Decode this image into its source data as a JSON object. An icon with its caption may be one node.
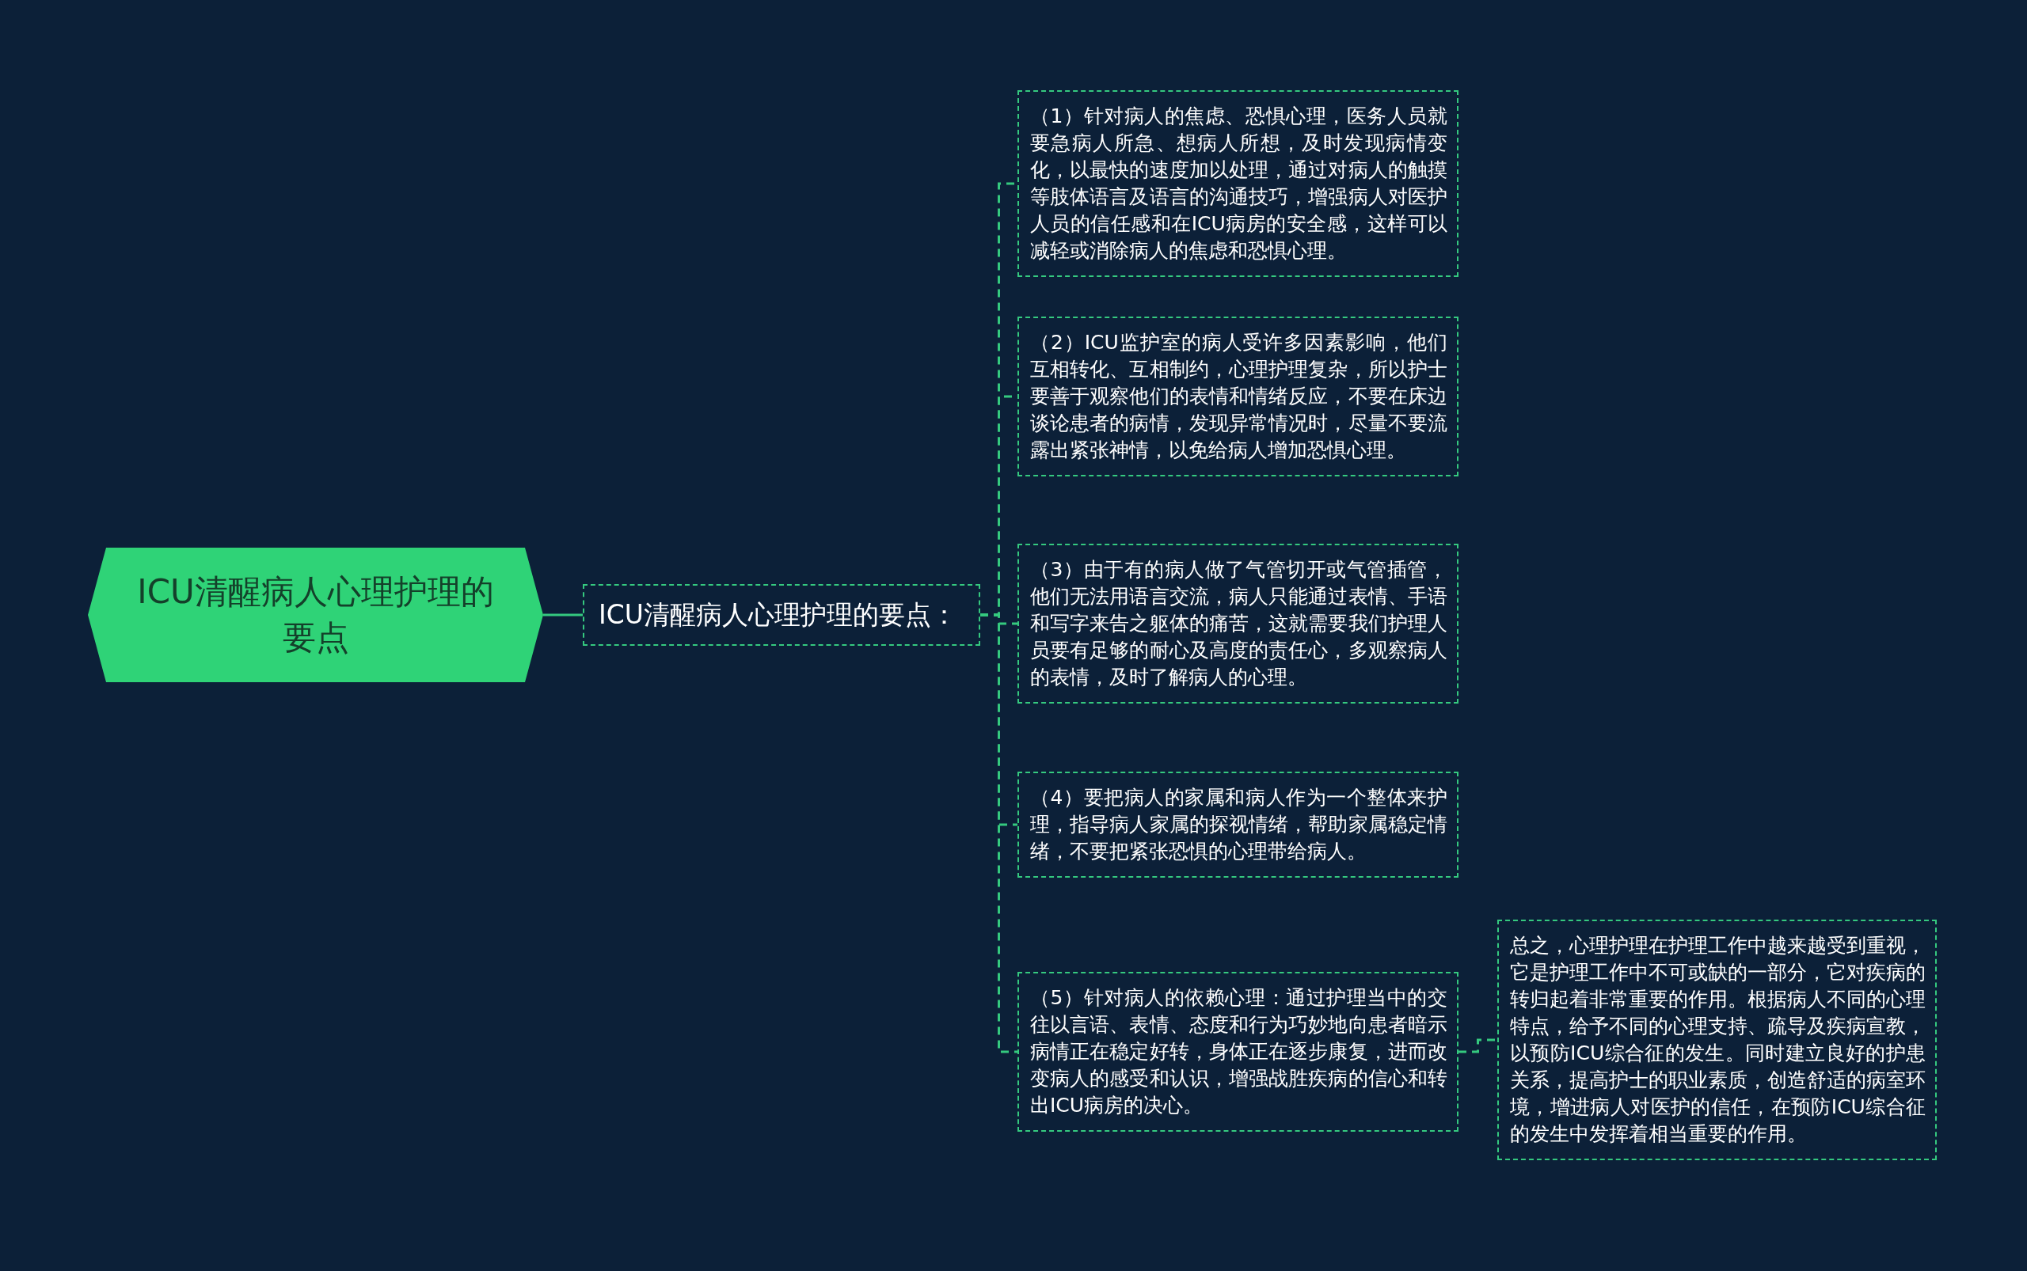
{
  "diagram": {
    "nodes": [
      {
        "text": [
          "ICU清醒病人心理护理的要点"
        ]
      },
      {
        "text": [
          "ICU清醒病人心理护理的要点："
        ]
      },
      {
        "text": [
          "（1）针对病人的焦虑、恐惧心理，医务人员就要急病人所急、想病人所想，及时发现病情变化，以最快的速度加以处理，通过对病人的触摸等肢体语言及语言的沟通技巧，增强病人对医护人员的信任感和在ICU病房的安全感，这样可以减轻或消除病人的焦虑和恐惧心理。"
        ]
      },
      {
        "text": [
          "（2）ICU监护室的病人受许多因素影响，他们互相转化、互相制约，心理护理复杂，所以护士要善于观察他们的表情和情绪反应，不要在床边谈论患者的病情，发现异常情况时，尽量不要流露出紧张神情，以免给病人增加恐惧心理。"
        ]
      },
      {
        "text": [
          "（3）由于有的病人做了气管切开或气管插管，他们无法用语言交流，病人只能通过表情、手语和写字来告之躯体的痛苦，这就需要我们护理人员要有足够的耐心及高度的责任心，多观察病人的表情，及时了解病人的心理。"
        ]
      },
      {
        "text": [
          "（4）要把病人的家属和病人作为一个整体来护理，指导病人家属的探视情绪，帮助家属稳定情绪，不要把紧张恐惧的心理带给病人。"
        ]
      },
      {
        "text": [
          "（5）针对病人的依赖心理：通过护理当中的交往以言语、表情、态度和行为巧妙地向患者暗示病情正在稳定好转，身体正在逐步康复，进而改变病人的感受和认识，增强战胜疾病的信心和转出ICU病房的决心。"
        ]
      },
      {
        "text": [
          "总之，心理护理在护理工作中越来越受到重视，它是护理工作中不可或缺的一部分，它对疾病的转归起着非常重要的作用。根据病人不同的心理特点，给予不同的心理支持、疏导及疾病宣教，以预防ICU综合征的发生。同时建立良好的护患关系，提高护士的职业素质，创造舒适的病室环境，增进病人对医护的信任，在预防ICU综合征的发生中发挥着相当重要的作用。"
        ]
      }
    ],
    "edges": [
      {
        "from": 0,
        "to": 1,
        "arrow": "none"
      },
      {
        "from": 1,
        "to": 2,
        "arrow": "none",
        "style": "dashed"
      },
      {
        "from": 1,
        "to": 3,
        "arrow": "none",
        "style": "dashed"
      },
      {
        "from": 1,
        "to": 4,
        "arrow": "none",
        "style": "dashed"
      },
      {
        "from": 1,
        "to": 5,
        "arrow": "none",
        "style": "dashed"
      },
      {
        "from": 1,
        "to": 6,
        "arrow": "none",
        "style": "dashed"
      },
      {
        "from": 6,
        "to": 7,
        "arrow": "none",
        "style": "dashed"
      }
    ]
  }
}
